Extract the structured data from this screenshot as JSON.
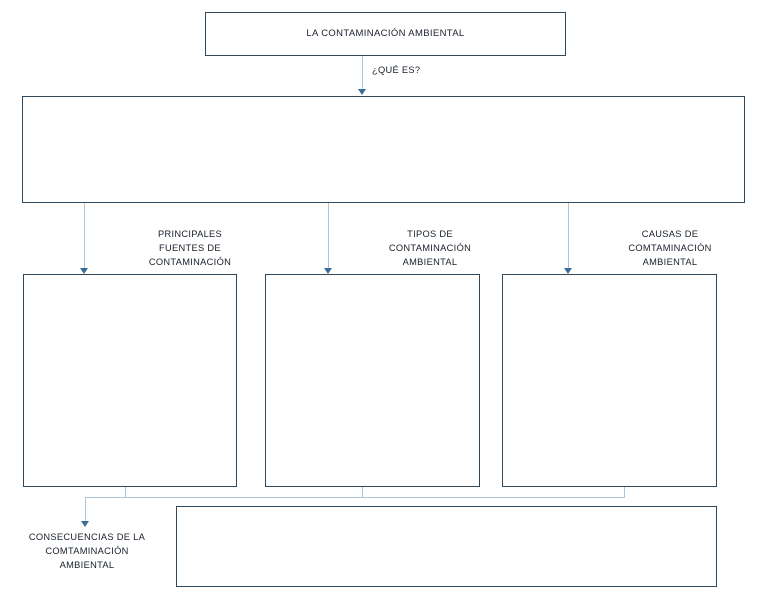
{
  "diagram": {
    "type": "concept-map",
    "title_text": "LA CONTAMINACIÓN AMBIENTAL",
    "colors": {
      "box_border": "#31495c",
      "connector": "#aac6dc",
      "arrow": "#3a6d96",
      "text": "#18202b",
      "background": "#ffffff"
    },
    "nodes": {
      "title_box": {
        "text": "LA CONTAMINACIÓN AMBIENTAL"
      },
      "definition_box": {
        "text": ""
      },
      "sources_box": {
        "text": ""
      },
      "types_box": {
        "text": ""
      },
      "causes_box": {
        "text": ""
      },
      "consequences_box": {
        "text": ""
      }
    },
    "labels": {
      "what_is": "¿QUÉ ES?",
      "sources": "PRINCIPALES\nFUENTES DE\nCONTAMINACIÓN",
      "types": "TIPOS DE\nCONTAMINACIÓN\nAMBIENTAL",
      "causes": "CAUSAS DE\nCOMTAMINACIÓN\nAMBIENTAL",
      "consequences": "CONSECUENCIAS  DE LA\nCOMTAMINACIÓN\nAMBIENTAL"
    }
  }
}
